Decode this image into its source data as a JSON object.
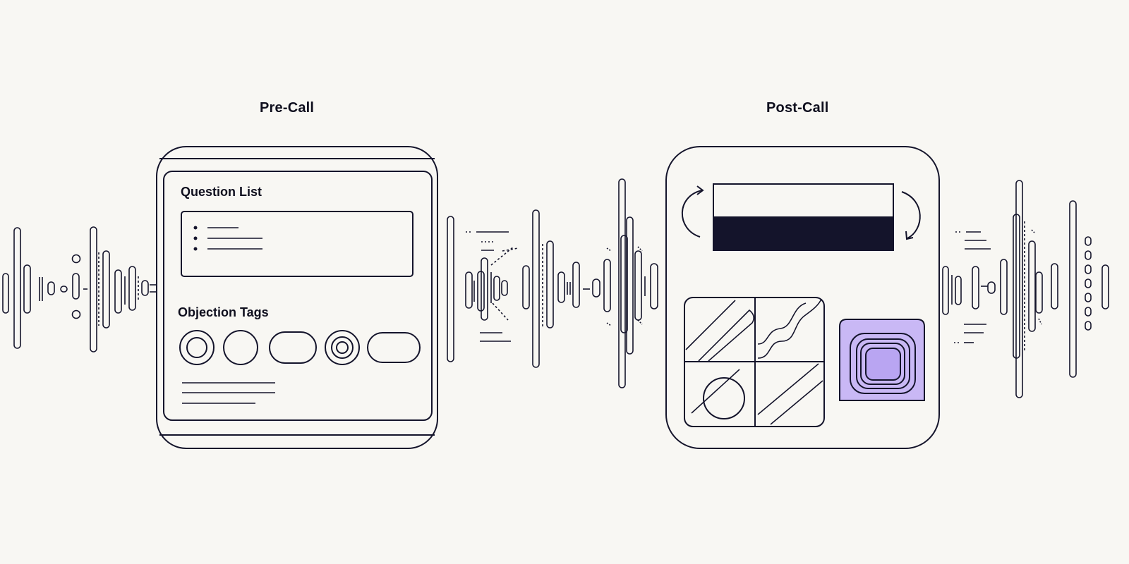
{
  "pre_call": {
    "title": "Pre-Call",
    "question_list_label": "Question List",
    "objection_tags_label": "Objection Tags"
  },
  "post_call": {
    "title": "Post-Call"
  },
  "colors": {
    "ink": "#14142b",
    "background": "#f8f7f3",
    "accent_purple": "#c9b8f5",
    "accent_purple_inner": "#b9a5f2"
  }
}
